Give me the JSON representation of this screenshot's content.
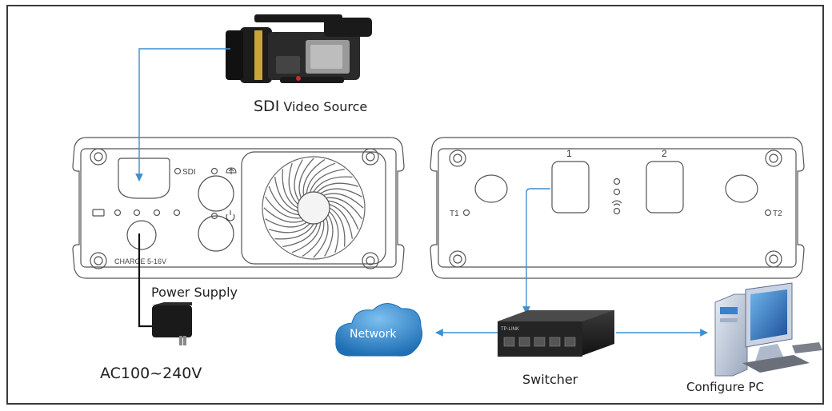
{
  "labels": {
    "sdi_source_prefix": "SDI",
    "sdi_source_rest": " Video Source",
    "power_supply": "Power Supply",
    "ac_input": "AC100~240V",
    "network": "Network",
    "switcher": "Switcher",
    "configure_pc": "Configure PC"
  },
  "device_front": {
    "sdi_port": "SDI",
    "charge": "CHARGE 5-16V"
  },
  "device_back": {
    "port_1": "1",
    "port_2": "2",
    "antenna_1": "T1",
    "antenna_2": "T2"
  },
  "switch_brand": "TP-LINK",
  "colors": {
    "connection_line": "#3d8fd0",
    "outline": "#555555",
    "cloud": "#3b8fd6"
  }
}
